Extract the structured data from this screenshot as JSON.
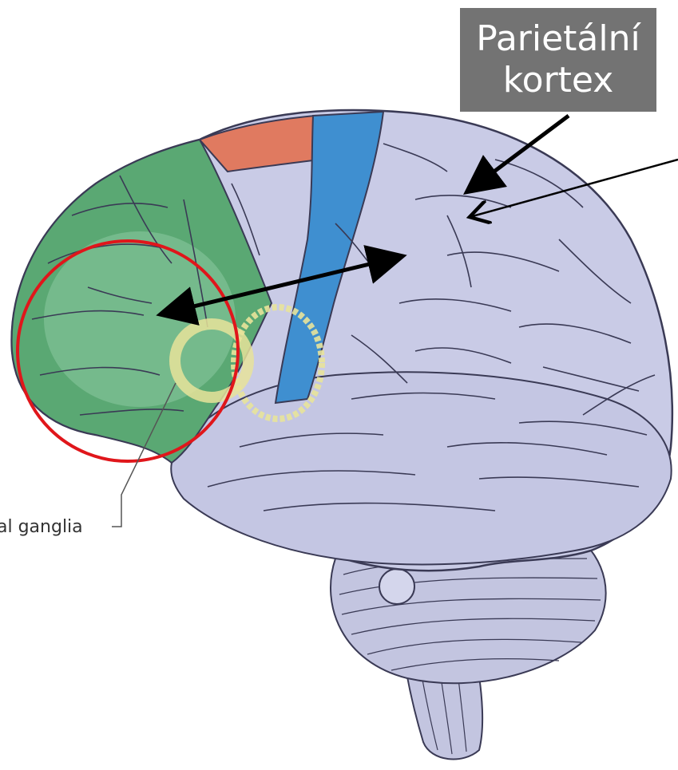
{
  "callout": {
    "line1": "Parietální",
    "line2": "kortex"
  },
  "structure_label": "al ganglia",
  "colors": {
    "cortex": "#c9cbe6",
    "prefrontal": "#5aa873",
    "premotor": "#e07a60",
    "motor": "#3f8fd0",
    "basal_ganglia_ring": "#e8e39a",
    "highlight_circle": "#e0161b",
    "callout_box": "#737373"
  }
}
